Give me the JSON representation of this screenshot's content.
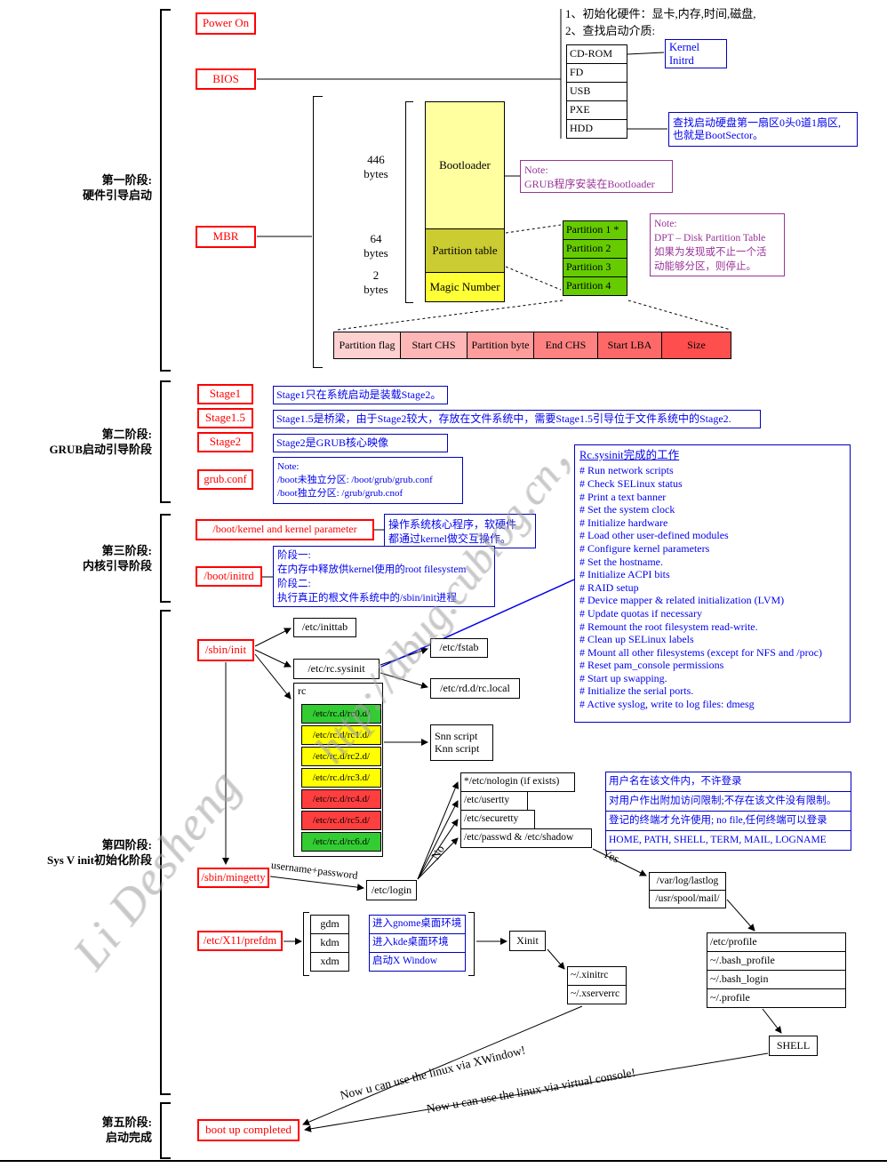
{
  "colors": {
    "red_accent": "#ff0000",
    "blue_accent": "#0000ee",
    "purple_note": "#993399",
    "bootloader_bg": "#ffffa0",
    "partition_table_bg": "#cbcb32",
    "magic_number_bg": "#ffff35",
    "partition_bg": "#66cc00",
    "rc_green": "#33cc33",
    "rc_yellow": "#ffff00",
    "rc_red": "#ff3f3f"
  },
  "watermark": {
    "author": "Li Desheng",
    "site": "http://dbug.cublog.cn，"
  },
  "stage_labels": {
    "s1": [
      "第一阶段:",
      "硬件引导启动"
    ],
    "s2": [
      "第二阶段:",
      "GRUB启动引导阶段"
    ],
    "s3": [
      "第三阶段:",
      "内核引导阶段"
    ],
    "s4": [
      "第四阶段:",
      "Sys V init初始化阶段"
    ],
    "s5": [
      "第五阶段:",
      "启动完成"
    ]
  },
  "hw": {
    "power_on": "Power On",
    "bios": "BIOS",
    "bios_notes": [
      "1、初始化硬件：显卡,内存,时间,磁盘,",
      "2、查找启动介质:"
    ],
    "media": [
      "CD-ROM",
      "FD",
      "USB",
      "PXE",
      "HDD"
    ],
    "kernel_initrd": [
      "Kernel",
      "Initrd"
    ],
    "bootsector_note": [
      "查找启动硬盘第一扇区0头0道1扇区,",
      "也就是BootSector。"
    ],
    "mbr": "MBR",
    "size_446": [
      "446",
      "bytes"
    ],
    "size_64": [
      "64",
      "bytes"
    ],
    "size_2": [
      "2",
      "bytes"
    ],
    "bootloader": "Bootloader",
    "partition_table": "Partition table",
    "magic_number": "Magic Number",
    "grub_note": [
      "Note:",
      "GRUB程序安装在Bootloader"
    ],
    "partitions": [
      "Partition 1 *",
      "Partition 2",
      "Partition 3",
      "Partition 4"
    ],
    "dpt_note": [
      "Note:",
      "DPT – Disk Partition Table",
      "如果为发现或不止一个活",
      "动能够分区，则停止。"
    ],
    "entry_fields": [
      "Partition flag",
      "Start CHS",
      "Partition byte",
      "End CHS",
      "Start LBA",
      "Size"
    ]
  },
  "grub": {
    "stage1": "Stage1",
    "stage1_desc": "Stage1只在系统启动是装载Stage2。",
    "stage15": "Stage1.5",
    "stage15_desc": "Stage1.5是桥梁，由于Stage2较大，存放在文件系统中，需要Stage1.5引导位于文件系统中的Stage2.",
    "stage2": "Stage2",
    "stage2_desc": "Stage2是GRUB核心映像",
    "conf": "grub.conf",
    "conf_note": [
      "Note:",
      "/boot未独立分区:  /boot/grub/grub.conf",
      "/boot独立分区:  /grub/grub.cnof"
    ]
  },
  "kernel": {
    "kernel_label": "/boot/kernel and kernel parameter",
    "kernel_desc": [
      "操作系统核心程序，软硬件",
      "都通过kernel做交互操作。"
    ],
    "initrd_label": "/boot/initrd",
    "initrd_desc": [
      "阶段一:",
      "在内存中释放供kernel使用的root filesystem",
      "阶段二:",
      "执行真正的根文件系统中的/sbin/init进程"
    ]
  },
  "init": {
    "sbin_init": "/sbin/init",
    "inittab": "/etc/inittab",
    "rc_sysinit": "/etc/rc.sysinit",
    "fstab": "/etc/fstab",
    "rc_local": "/etc/rd.d/rc.local",
    "rc": "rc",
    "rc_dirs": [
      "/etc/rc.d/rc0.d/",
      "/etc/rc.d/rc1.d/",
      "/etc/rc.d/rc2.d/",
      "/etc/rc.d/rc3.d/",
      "/etc/rc.d/rc4.d/",
      "/etc/rc.d/rc5.d/",
      "/etc/rc.d/rc6.d/"
    ],
    "scripts": [
      "Snn script",
      "Knn script"
    ],
    "sysinit_title": "Rc.sysinit完成的工作",
    "sysinit_tasks": [
      "# Run network scripts",
      "# Check SELinux status",
      "# Print a text banner",
      "# Set the system clock",
      "# Initialize hardware",
      "# Load other user-defined modules",
      "# Configure kernel parameters",
      "# Set the hostname.",
      "# Initialize ACPI bits",
      "# RAID setup",
      "# Device mapper & related initialization (LVM)",
      "# Update quotas if necessary",
      "# Remount the root filesystem read-write.",
      "# Clean up SELinux labels",
      "# Mount all other filesystems (except for NFS and /proc)",
      "# Reset pam_console permissions",
      "# Start up swapping.",
      "# Initialize the serial ports.",
      "# Active syslog, write to log files: dmesg"
    ],
    "mingetty": "/sbin/mingetty",
    "userpass": "username+password",
    "login": "/etc/login",
    "no": "No",
    "yes": "Yes",
    "checks": [
      "*/etc/nologin (if exists)",
      "/etc/usertty",
      "/etc/securetty",
      "/etc/passwd & /etc/shadow"
    ],
    "check_descs": [
      "用户名在该文件内，不许登录",
      "对用户作出附加访问限制;不存在该文件没有限制。",
      "登记的终端才允许使用; no file,任何终端可以登录",
      "HOME, PATH, SHELL, TERM, MAIL, LOGNAME"
    ],
    "lastlog": "/var/log/lastlog",
    "mail": "/usr/spool/mail/"
  },
  "x": {
    "prefdm": "/etc/X11/prefdm",
    "dms": [
      "gdm",
      "kdm",
      "xdm"
    ],
    "dm_descs": [
      "进入gnome桌面环境",
      "进入kde桌面环境",
      "启动X Window"
    ],
    "xinit": "Xinit",
    "xinitrc": "~/.xinitrc",
    "xserverrc": "~/.xserverrc",
    "profiles": [
      "/etc/profile",
      "~/.bash_profile",
      "~/.bash_login",
      "~/.profile"
    ],
    "shell": "SHELL",
    "xwindow_msg": "Now u can use the linux via XWindow!",
    "console_msg": "Now u can use the linux via virtual console!"
  },
  "done": {
    "boot_completed": "boot up completed"
  }
}
